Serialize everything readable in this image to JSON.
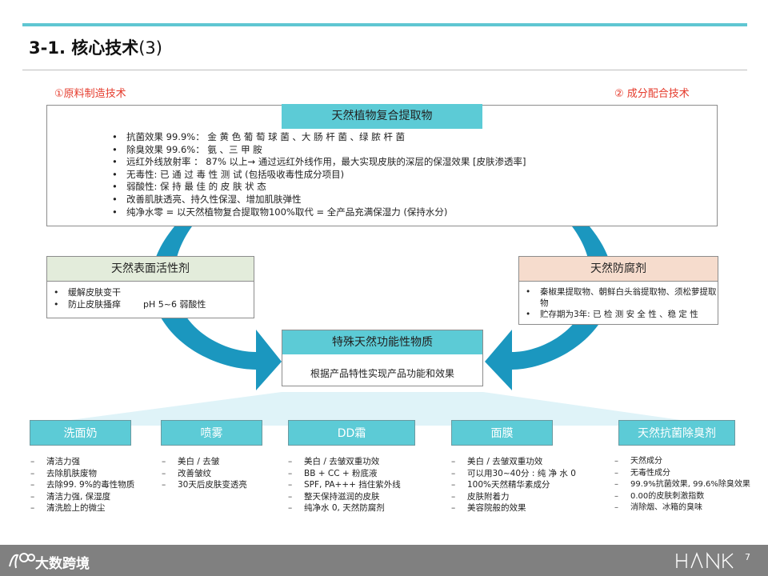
{
  "title": {
    "number": "3-1.",
    "text": "核心技术",
    "suffix": "(3)"
  },
  "section_left": "①原料制造技术",
  "section_right": "②  成分配合技术",
  "main": {
    "header": "天然植物复合提取物",
    "items": [
      "抗菌效果 99.9%： 金 黄 色 葡 萄 球 菌 、大 肠 杆 菌 、绿 脓 杆 菌",
      "除臭效果 99.6%： 氨 、三 甲 胺",
      "远红外线放射率 ： 87% 以上→ 通过远红外线作用，最大实现皮肤的深层的保湿效果 [皮肤渗透率]",
      "无毒性:  已 通 过 毒 性 测 试 (包括吸收毒性成分项目)",
      "弱酸性:  保 持 最 佳 的 皮 肤 状 态",
      "改善肌肤透亮、持久性保湿、增加肌肤弹性",
      "纯净水零 = 以天然植物复合提取物100%取代 = 全产品充满保湿力 (保持水分)"
    ]
  },
  "left_box": {
    "header": "天然表面活性剂",
    "items": [
      "缓解皮肤变干",
      "防止皮肤搔痒        pH 5~6 弱酸性"
    ]
  },
  "right_box": {
    "header": "天然防腐剂",
    "items": [
      "秦椒果提取物、朝鲜白头翁提取物、须松萝提取物",
      "贮存期为3年: 已 检 测 安 全 性 、稳 定 性"
    ]
  },
  "center_box": {
    "header": "特殊天然功能性物质",
    "sub": "根据产品特性实现产品功能和效果"
  },
  "products": [
    {
      "name": "洗面奶",
      "items": [
        "清洁力强",
        "去除肌肤废物",
        "去除99. 9%的毒性物质",
        "清洁力强, 保湿度",
        "清洗脸上的微尘"
      ]
    },
    {
      "name": "喷雾",
      "items": [
        "美白 / 去皱",
        "改善皱纹",
        "30天后皮肤变透亮"
      ]
    },
    {
      "name": "DD霜",
      "items": [
        "美白 / 去皱双重功效",
        "BB  +  CC  +  粉底液",
        "SPF,  PA+++ 挡住紫外线",
        "整天保持滋润的皮肤",
        "纯净水 0, 天然防腐剂"
      ]
    },
    {
      "name": "面膜",
      "items": [
        "美白 / 去皱双重功效",
        "可以用30~40分 : 纯 净 水 0",
        "100%天然精华素成分",
        "皮肤附着力",
        "美容院般的效果"
      ]
    },
    {
      "name": "天然抗菌除臭剂",
      "items": [
        "天然成分",
        "无毒性成分",
        "99.9%抗菌效果, 99.6%除臭效果",
        "0.00的皮肤刺激指数",
        "消除烟、冰箱的臭味"
      ]
    }
  ],
  "footer": {
    "logo_text": "大数跨境",
    "brand": "HANK",
    "page_number": "7"
  },
  "colors": {
    "accent": "#5ccbd6",
    "arrow": "#1b97bf",
    "section_label": "#e53b2c",
    "footer": "#808080"
  },
  "icons": [
    "curved-arrow-icon",
    "logo-mark-icon",
    "hank-logo-icon"
  ]
}
